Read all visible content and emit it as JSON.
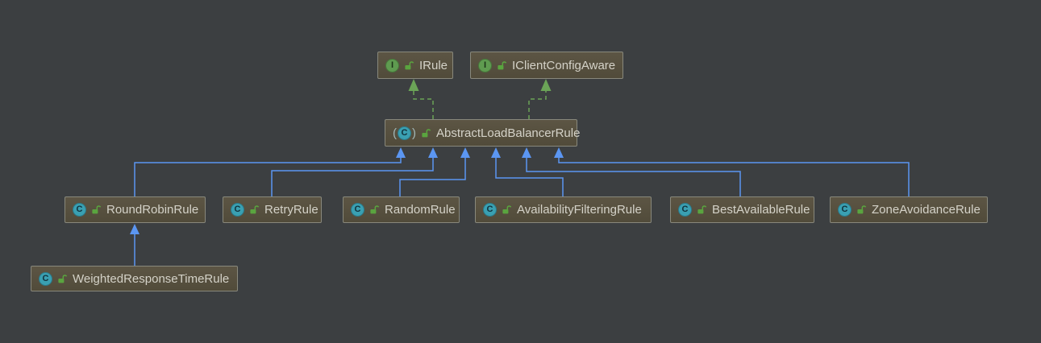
{
  "diagram": {
    "title": "Load balancer rule class hierarchy",
    "background_color": "#3c3f41",
    "node_fill": "#564f3e",
    "node_border": "#88887c",
    "text_color": "#d4d2c8",
    "extends_edge_color": "#5b96f2",
    "implements_edge_color": "#6ba457",
    "class_icon_color": "#3aa0b2",
    "interface_icon_color": "#5f9b50",
    "lock_icon_color": "#5aa43f",
    "abstract_parens": {
      "left": "(",
      "right": ")"
    },
    "nodes": [
      {
        "id": "irule",
        "label": "IRule",
        "kind": "interface",
        "visibility": "public",
        "icon": "interface-icon",
        "icon_letter": "I"
      },
      {
        "id": "iclientconfigaware",
        "label": "IClientConfigAware",
        "kind": "interface",
        "visibility": "public",
        "icon": "interface-icon",
        "icon_letter": "I"
      },
      {
        "id": "abstractloadbalancerrule",
        "label": "AbstractLoadBalancerRule",
        "kind": "abstract-class",
        "visibility": "public",
        "icon": "abstract-class-icon",
        "icon_letter": "C"
      },
      {
        "id": "roundrobinrule",
        "label": "RoundRobinRule",
        "kind": "class",
        "visibility": "public",
        "icon": "class-icon",
        "icon_letter": "C"
      },
      {
        "id": "retryrule",
        "label": "RetryRule",
        "kind": "class",
        "visibility": "public",
        "icon": "class-icon",
        "icon_letter": "C"
      },
      {
        "id": "randomrule",
        "label": "RandomRule",
        "kind": "class",
        "visibility": "public",
        "icon": "class-icon",
        "icon_letter": "C"
      },
      {
        "id": "availabilityfilteringrule",
        "label": "AvailabilityFilteringRule",
        "kind": "class",
        "visibility": "public",
        "icon": "class-icon",
        "icon_letter": "C"
      },
      {
        "id": "bestavailablerule",
        "label": "BestAvailableRule",
        "kind": "class",
        "visibility": "public",
        "icon": "class-icon",
        "icon_letter": "C"
      },
      {
        "id": "zoneavoidancerule",
        "label": "ZoneAvoidanceRule",
        "kind": "class",
        "visibility": "public",
        "icon": "class-icon",
        "icon_letter": "C"
      },
      {
        "id": "weightedresponsetimerule",
        "label": "WeightedResponseTimeRule",
        "kind": "class",
        "visibility": "public",
        "icon": "class-icon",
        "icon_letter": "C"
      }
    ],
    "edges": [
      {
        "from": "AbstractLoadBalancerRule",
        "to": "IRule",
        "type": "implements",
        "style": "green-dashed"
      },
      {
        "from": "AbstractLoadBalancerRule",
        "to": "IClientConfigAware",
        "type": "implements",
        "style": "green-dashed"
      },
      {
        "from": "RoundRobinRule",
        "to": "AbstractLoadBalancerRule",
        "type": "extends",
        "style": "blue-solid"
      },
      {
        "from": "RetryRule",
        "to": "AbstractLoadBalancerRule",
        "type": "extends",
        "style": "blue-solid"
      },
      {
        "from": "RandomRule",
        "to": "AbstractLoadBalancerRule",
        "type": "extends",
        "style": "blue-solid"
      },
      {
        "from": "AvailabilityFilteringRule",
        "to": "AbstractLoadBalancerRule",
        "type": "extends",
        "style": "blue-solid"
      },
      {
        "from": "BestAvailableRule",
        "to": "AbstractLoadBalancerRule",
        "type": "extends",
        "style": "blue-solid"
      },
      {
        "from": "ZoneAvoidanceRule",
        "to": "AbstractLoadBalancerRule",
        "type": "extends",
        "style": "blue-solid"
      },
      {
        "from": "WeightedResponseTimeRule",
        "to": "RoundRobinRule",
        "type": "extends",
        "style": "blue-solid"
      }
    ]
  }
}
